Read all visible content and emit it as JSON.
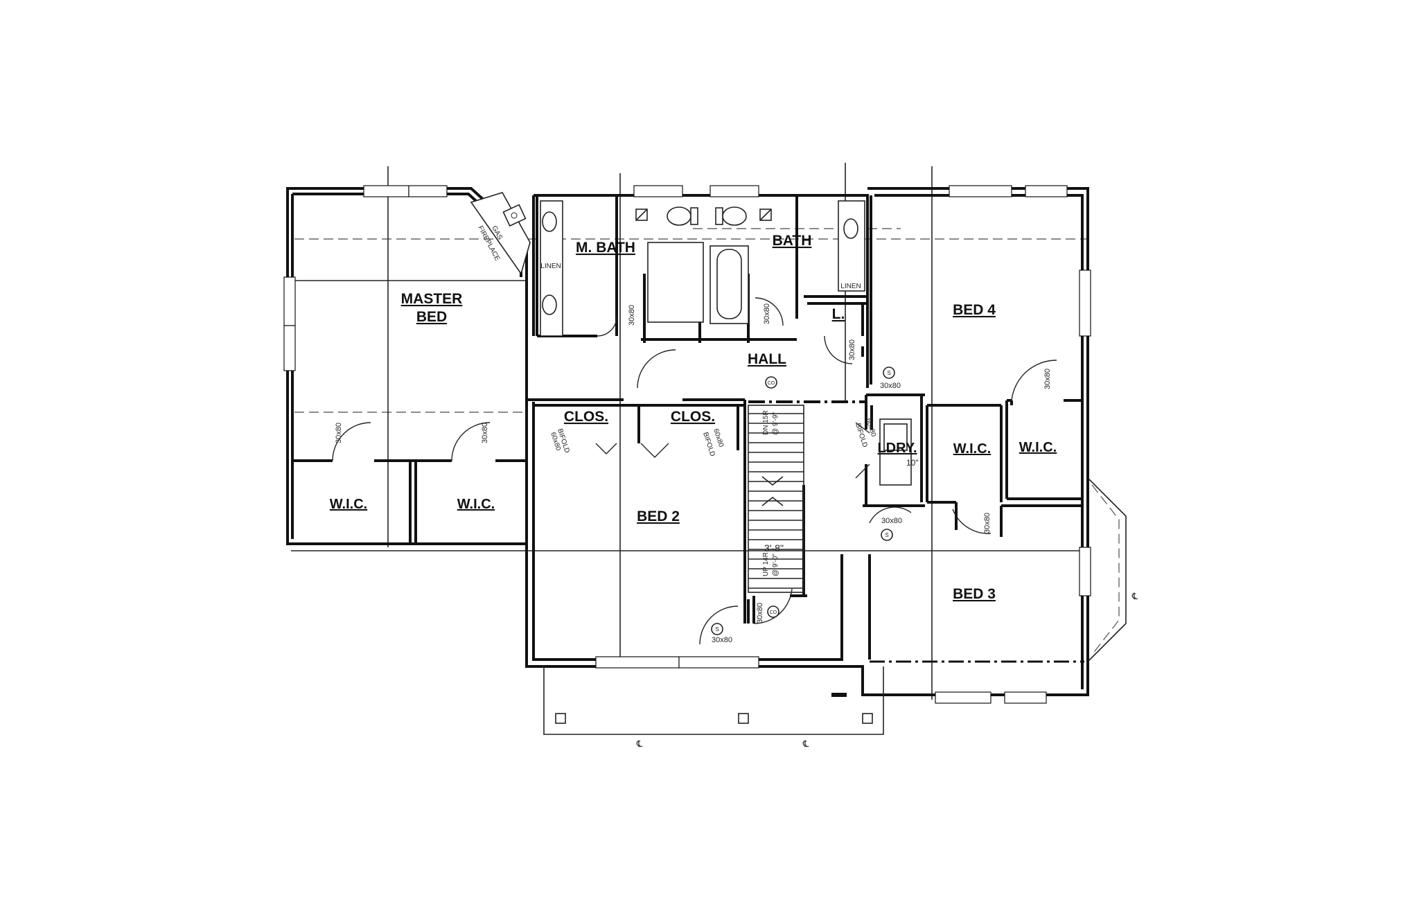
{
  "rooms": {
    "master_bed_1": "MASTER",
    "master_bed_2": "BED",
    "m_bath": "M. BATH",
    "bath": "BATH",
    "bed4": "BED 4",
    "l": "L.",
    "hall": "HALL",
    "clos1": "CLOS.",
    "clos2": "CLOS.",
    "ldry": "LDRY.",
    "wic_a": "W.I.C.",
    "wic_b": "W.I.C.",
    "wic_c": "W.I.C.",
    "wic_d": "W.I.C.",
    "bed2": "BED 2",
    "bed3": "BED 3"
  },
  "labels": {
    "linen1": "LINEN",
    "linen2": "LINEN",
    "gas1": "GAS",
    "gas2": "FIREPLACE",
    "door_mbath": "30x80",
    "door_bath": "30x80",
    "door_l": "30x80",
    "door_bed4": "30x80",
    "door_wic_bed4": "30x80",
    "door_wic1": "30x80",
    "door_wic2": "30x80",
    "door_clos1a": "60x80",
    "door_clos1b": "BIFOLD",
    "door_clos2a": "60x80",
    "door_clos2b": "BIFOLD",
    "door_ldry1": "60x80",
    "door_ldry2": "BIFOLD",
    "door_bed3": "30x80",
    "door_wic_bed3": "30x80",
    "door_bed2": "30x80",
    "door_stair": "30x80",
    "stair_dn1": "DN 15R",
    "stair_dn2": "@ 9'-9\"",
    "stair_up1": "UP 14R",
    "stair_up2": "@ 9'-0\"",
    "stair_width": "3'-8\"",
    "ldry_dim": "10\"",
    "co1": "CO",
    "co2": "CO",
    "s1": "S",
    "s2": "S",
    "s3": "S",
    "cl1": "℄",
    "cl2": "℄",
    "cl3": "℄"
  }
}
